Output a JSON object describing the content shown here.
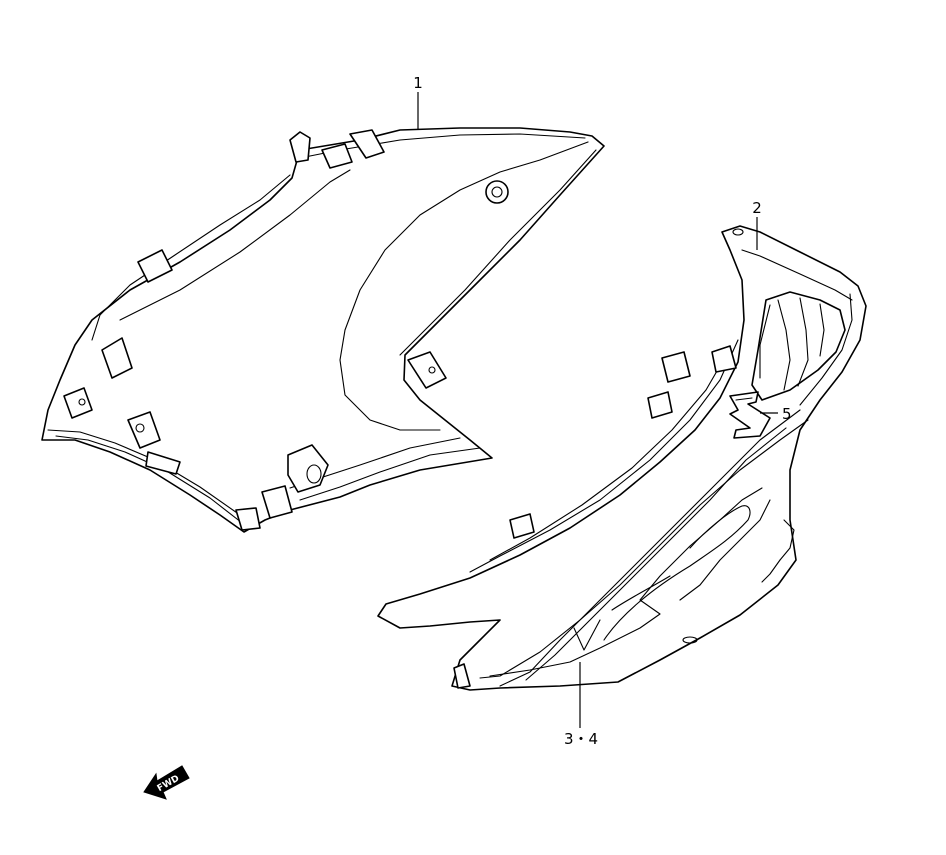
{
  "callouts": {
    "part1": "1",
    "part2": "2",
    "part34": "3・4",
    "part5": "5"
  },
  "fwd_indicator": {
    "label": "FWD"
  },
  "colors": {
    "line": "#000000",
    "background": "#ffffff"
  }
}
